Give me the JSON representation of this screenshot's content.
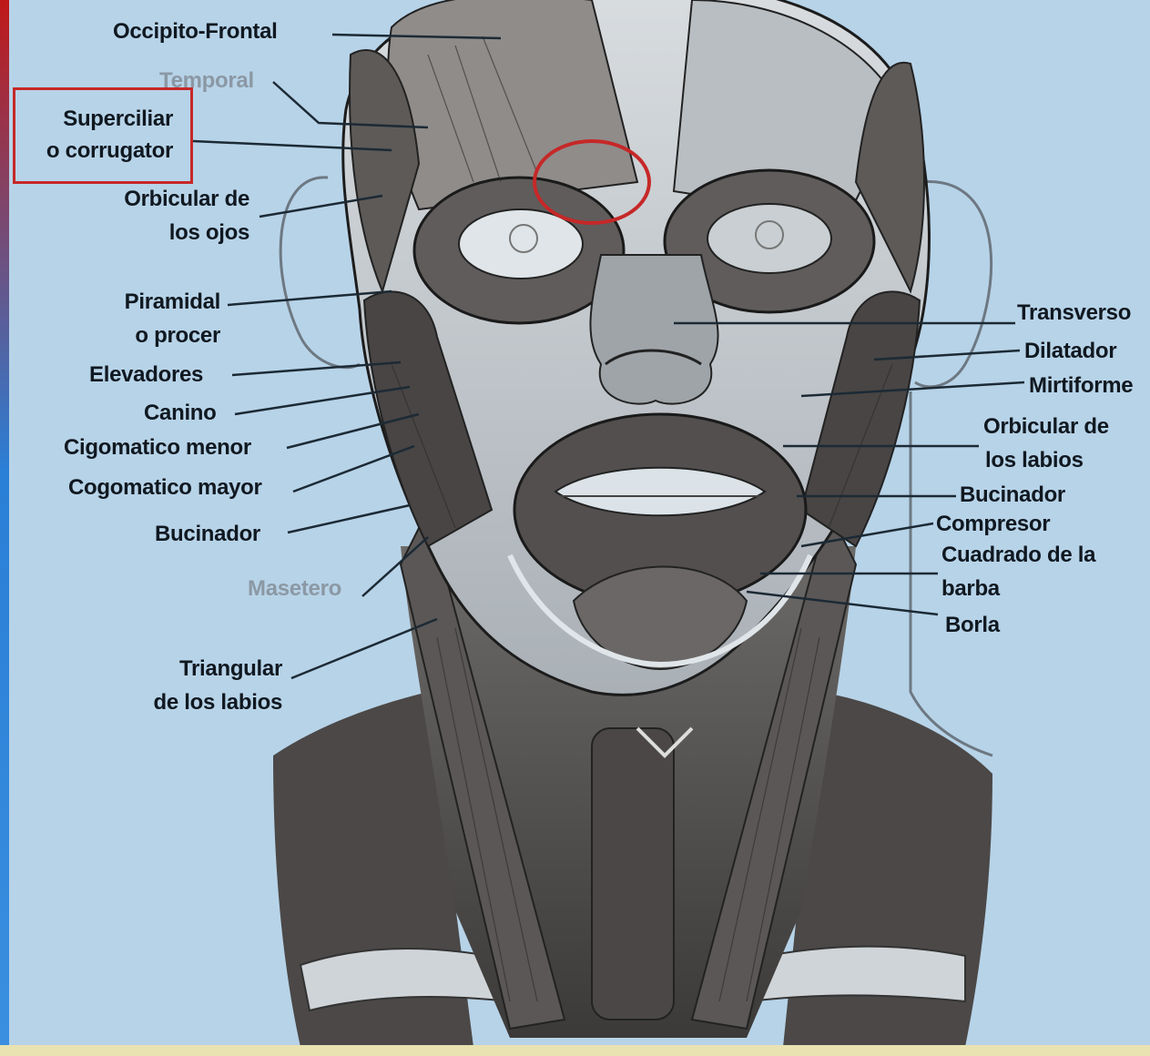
{
  "labels": {
    "occipito_frontal": "Occipito-Frontal",
    "temporal": "Temporal",
    "superciliar": [
      "Superciliar",
      "o corrugator"
    ],
    "orbicular_ojos": [
      "Orbicular de",
      "los ojos"
    ],
    "piramidal": [
      "Piramidal",
      "o procer"
    ],
    "elevadores": "Elevadores",
    "canino": "Canino",
    "cigomatico_menor": "Cigomatico menor",
    "cogomatico_mayor": "Cogomatico mayor",
    "bucinador_left": "Bucinador",
    "masetero": "Masetero",
    "triangular": [
      "Triangular",
      "de los labios"
    ],
    "transverso": "Transverso",
    "dilatador": "Dilatador",
    "mirtiforme": "Mirtiforme",
    "orbicular_labios": [
      "Orbicular de",
      "los labios"
    ],
    "bucinador_right": "Bucinador",
    "compresor": "Compresor",
    "cuadrado": [
      "Cuadrado de la",
      "barba"
    ],
    "borla": "Borla"
  },
  "colors": {
    "background": "#b7d3e8",
    "highlight": "#c62828",
    "label_text": "#101820",
    "faded_label_text": "#8b98a4"
  },
  "highlight_target": "Superciliar o corrugator"
}
